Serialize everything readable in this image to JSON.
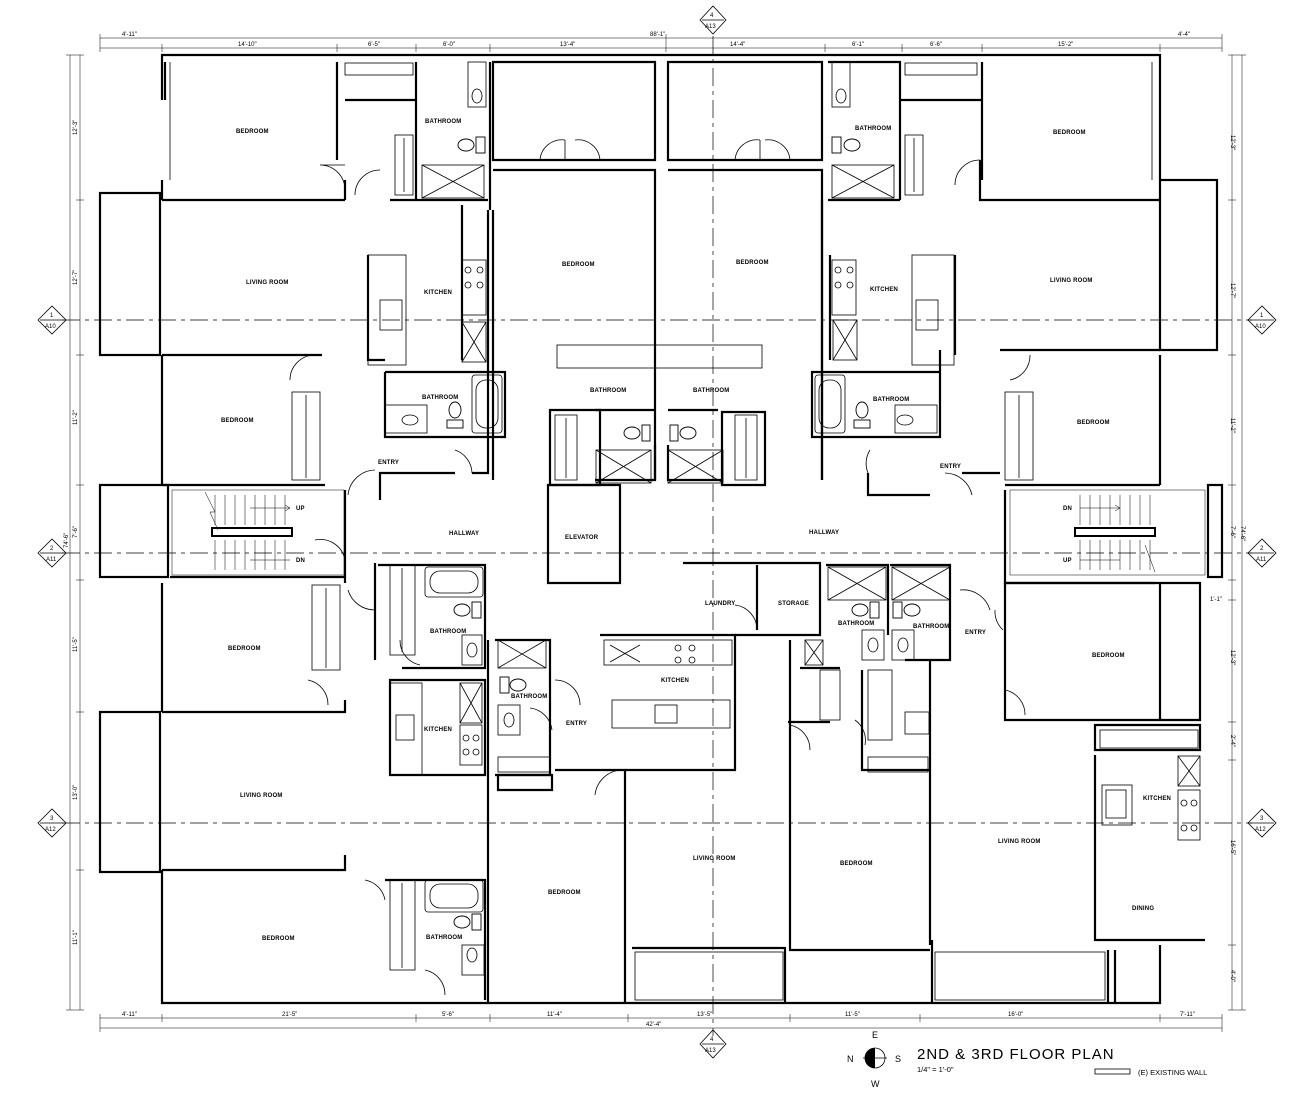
{
  "title": {
    "main": "2ND & 3RD FLOOR PLAN",
    "scale": "1/4\" = 1'-0\"",
    "legend": "(E) EXISTING WALL"
  },
  "compass": {
    "n": "N",
    "s": "S",
    "e": "E",
    "w": "W"
  },
  "section_markers": {
    "top": {
      "num": "4",
      "sheet": "A13"
    },
    "bottom": {
      "num": "4",
      "sheet": "A13"
    },
    "left_1": {
      "num": "1",
      "sheet": "A10"
    },
    "right_1": {
      "num": "1",
      "sheet": "A10"
    },
    "left_2": {
      "num": "2",
      "sheet": "A11"
    },
    "right_2": {
      "num": "2",
      "sheet": "A11"
    },
    "left_3": {
      "num": "3",
      "sheet": "A12"
    },
    "right_3": {
      "num": "3",
      "sheet": "A12"
    }
  },
  "top_dims": [
    "4'-11\"",
    "14'-10\"",
    "6'-5\"",
    "6'-0\"",
    "13'-4\"",
    "88'-1\"",
    "14'-4\"",
    "6'-1\"",
    "6'-6\"",
    "15'-2\"",
    "4'-4\""
  ],
  "bottom_dims": [
    "4'-11\"",
    "21'-5\"",
    "5'-6\"",
    "11'-4\"",
    "13'-5\"",
    "11'-5\"",
    "16'-0\"",
    "7'-11\"",
    "42'-4\""
  ],
  "left_dims": [
    "12'-3\"",
    "12'-7\"",
    "11'-2\"",
    "7'-6\"",
    "74'-6\"",
    "11'-5\"",
    "13'-0\"",
    "11'-1\""
  ],
  "right_dims": [
    "12'-3\"",
    "12'-7\"",
    "11'-2\"",
    "7'-6\"",
    "74'-6\"",
    "1'-1\"",
    "12'-3\"",
    "2'-4\"",
    "16'-5\"",
    "4'-0\""
  ],
  "rooms": {
    "tl_bedroom": "BEDROOM",
    "tl_bath": "BATHROOM",
    "tl_living": "LIVING ROOM",
    "tl_kitchen": "KITCHEN",
    "tl_bath2": "BATHROOM",
    "l_bedroom": "BEDROOM",
    "l_entry": "ENTRY",
    "c_bed_l": "BEDROOM",
    "c_bed_r": "BEDROOM",
    "c_bath_l": "BATHROOM",
    "c_bath_r": "BATHROOM",
    "tr_bath": "BATHROOM",
    "tr_bedroom": "BEDROOM",
    "tr_kitchen": "KITCHEN",
    "tr_living": "LIVING ROOM",
    "tr_bath2": "BATHROOM",
    "r_bedroom": "BEDROOM",
    "r_entry": "ENTRY",
    "hall_l": "HALLWAY",
    "hall_r": "HALLWAY",
    "elevator": "ELEVATOR",
    "stair_l_up": "UP",
    "stair_l_dn": "DN",
    "stair_r_dn": "DN",
    "stair_r_up": "UP",
    "bl_bedroom1": "BEDROOM",
    "bl_bath1": "BATHROOM",
    "bl_kitchen": "KITCHEN",
    "bl_living": "LIVING ROOM",
    "bl_bedroom2": "BEDROOM",
    "bl_bath2": "BATHROOM",
    "bc_bath": "BATHROOM",
    "bc_entry": "ENTRY",
    "bc_bedroom": "BEDROOM",
    "bc_kitchen": "KITCHEN",
    "bc_living": "LIVING ROOM",
    "laundry": "LAUNDRY",
    "storage": "STORAGE",
    "br_bath_a": "BATHROOM",
    "br_bath_b": "BATHROOM",
    "br_bedroom_mid": "BEDROOM",
    "br_entry": "ENTRY",
    "br_bedroom": "BEDROOM",
    "br_kitchen": "KITCHEN",
    "br_living": "LIVING ROOM",
    "br_dining": "DINING"
  }
}
